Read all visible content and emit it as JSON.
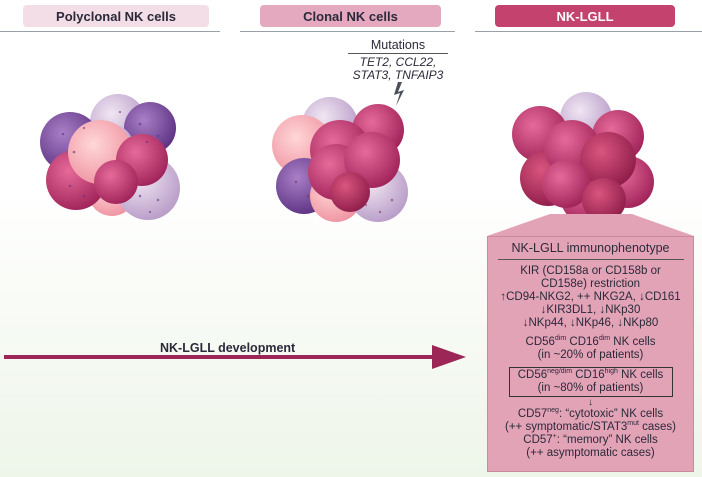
{
  "headers": [
    "Polyclonal NK cells",
    "Clonal NK cells",
    "NK-LGLL"
  ],
  "mutations": {
    "title": "Mutations",
    "genes_line1": "TET2, CCL22,",
    "genes_line2": "STAT3, TNFAIP3"
  },
  "development_label": "NK-LGLL development",
  "panel": {
    "title": "NK-LGLL immunophenotype",
    "kir": [
      "KIR (CD158a or CD158b or",
      "CD158e) restriction"
    ],
    "markers": {
      "r1": {
        "a_pre": "↑",
        "a": "CD94-NKG2, ++ NKG2A,",
        "b_pre": "↓",
        "b": "CD161"
      },
      "r2": {
        "a_pre": "↓",
        "a": "KIR3DL1,",
        "b_pre": "↓",
        "b": "NKp30"
      },
      "r3": {
        "a_pre": "↓",
        "a": "NKp44,",
        "b_pre": "↓",
        "b": "NKp46,",
        "c_pre": "↓",
        "c": "NKp80"
      }
    },
    "cd56dim": {
      "a": "CD56",
      "a_sup": "dim",
      "b": " CD16",
      "b_sup": "dim",
      "c": " NK cells",
      "pct": "(in ~20% of patients)"
    },
    "cd56neg": {
      "a": "CD56",
      "a_sup": "neg/dim",
      "b": " CD16",
      "b_sup": "high",
      "c": " NK cells",
      "pct": "(in ~80% of patients)"
    },
    "down_arrow": "↓",
    "cd57neg": {
      "a": "CD57",
      "a_sup": "neg",
      "b": ": “cytotoxic” NK cells",
      "c": "(++ symptomatic/STAT3",
      "c_sup": "mut",
      "d": " cases)"
    },
    "cd57pos": {
      "a": "CD57",
      "a_sup": "+",
      "b": ": “memory” NK cells",
      "c": "(++ asymptomatic cases)"
    }
  },
  "colors": {
    "header1": "#f3dde6",
    "header2": "#e4a9bf",
    "header3": "#c4436e",
    "arrow": "#9c2756",
    "panel": "#e3a3b6"
  }
}
